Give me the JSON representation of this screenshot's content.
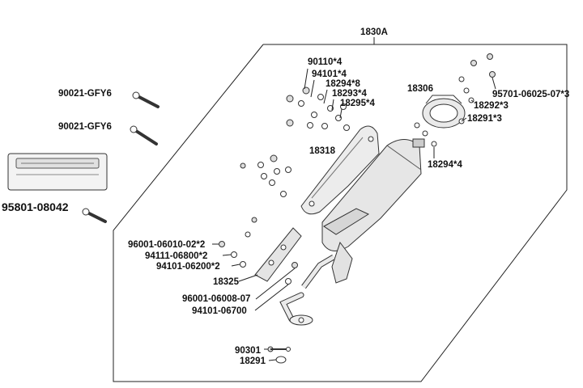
{
  "diagram": {
    "assembly_label": "1830A",
    "labels": {
      "bolt_upper": "90021-GFY6",
      "bolt_lower": "90021-GFY6",
      "plate": "95801-08042",
      "bolts_90110": "90110*4",
      "washers_94101": "94101*4",
      "part_18294_8": "18294*8",
      "part_18293": "18293*4",
      "part_18295": "18295*4",
      "end_cap": "18306",
      "bolts_95701": "95701-06025-07*3",
      "part_18292": "18292*3",
      "part_18291_3": "18291*3",
      "gasket_18294_4": "18294*4",
      "heat_shield": "18318",
      "bolt_96001_a": "96001-06010-02*2",
      "washer_94111": "94111-06800*2",
      "washer_94101_b": "94101-06200*2",
      "protector_18325": "18325",
      "bolt_96001_b": "96001-06008-07",
      "washer_94101_c": "94101-06700",
      "bolt_90301": "90301",
      "gasket_18291": "18291"
    }
  }
}
